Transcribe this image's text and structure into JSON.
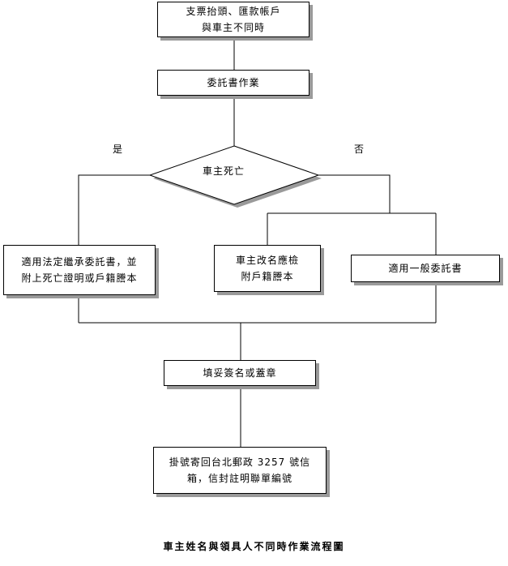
{
  "nodes": {
    "start": {
      "lines": [
        "支票抬頭、匯款帳戶",
        "與車主不同時"
      ]
    },
    "commission": {
      "lines": [
        "委託書作業"
      ]
    },
    "decision": {
      "label": "車主死亡"
    },
    "left_box": {
      "lines": [
        "適用法定繼承委託書，並",
        "附上死亡證明或戶籍謄本"
      ]
    },
    "middle_box": {
      "lines": [
        "車主改名應檢",
        "附戶籍謄本"
      ]
    },
    "right_box": {
      "lines": [
        "適用一般委託書"
      ]
    },
    "sign": {
      "lines": [
        "填妥簽名或蓋章"
      ]
    },
    "mail": {
      "lines": [
        "掛號寄回台北郵政 3257 號信",
        "箱，信封註明聯單編號"
      ]
    }
  },
  "branches": {
    "yes": "是",
    "no": "否"
  },
  "caption": "車主姓名與領具人不同時作業流程圖"
}
